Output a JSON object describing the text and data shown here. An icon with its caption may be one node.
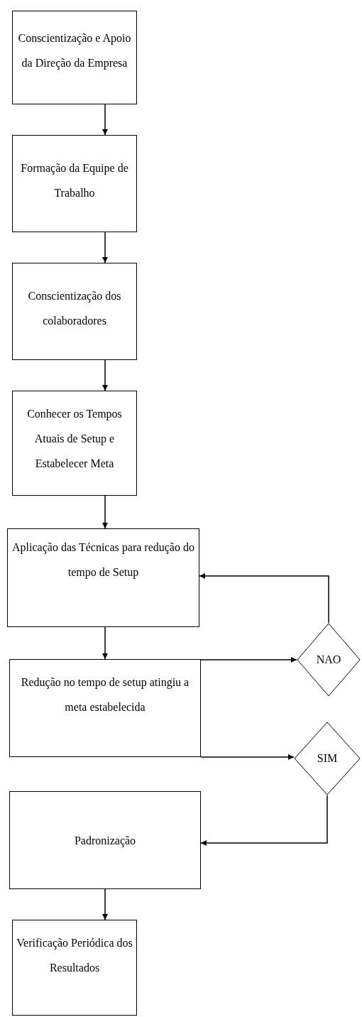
{
  "diagram": {
    "nodes": [
      {
        "text": [
          "Conscientização e Apoio da Direção da Empresa"
        ]
      },
      {
        "text": [
          "Formação da Equipe de Trabalho"
        ]
      },
      {
        "text": [
          "Conscientização dos colaboradores"
        ]
      },
      {
        "text": [
          "Conhecer os Tempos Atuais de Setup e Estabelecer Meta"
        ]
      },
      {
        "text": [
          "Aplicação das Técnicas para redução do tempo de Setup"
        ]
      },
      {
        "text": [
          "Redução no tempo de setup atingiu a meta estabelecida"
        ]
      },
      {
        "text": [
          "NAO"
        ]
      },
      {
        "text": [
          "SIM"
        ]
      },
      {
        "text": [
          "Padronização"
        ]
      },
      {
        "text": [
          "Verificação Periódica dos Resultados"
        ]
      }
    ],
    "edges": [
      {
        "from": 0,
        "to": 1,
        "arrow": "to"
      },
      {
        "from": 1,
        "to": 2,
        "arrow": "to"
      },
      {
        "from": 2,
        "to": 3,
        "arrow": "to"
      },
      {
        "from": 3,
        "to": 4,
        "arrow": "to"
      },
      {
        "from": 4,
        "to": 5,
        "arrow": "to"
      },
      {
        "from": 5,
        "to": 6,
        "arrow": "to"
      },
      {
        "from": 5,
        "to": 7,
        "arrow": "to"
      },
      {
        "from": 6,
        "to": 4,
        "arrow": "to"
      },
      {
        "from": 7,
        "to": 8,
        "arrow": "to"
      },
      {
        "from": 8,
        "to": 9,
        "arrow": "to"
      }
    ]
  }
}
